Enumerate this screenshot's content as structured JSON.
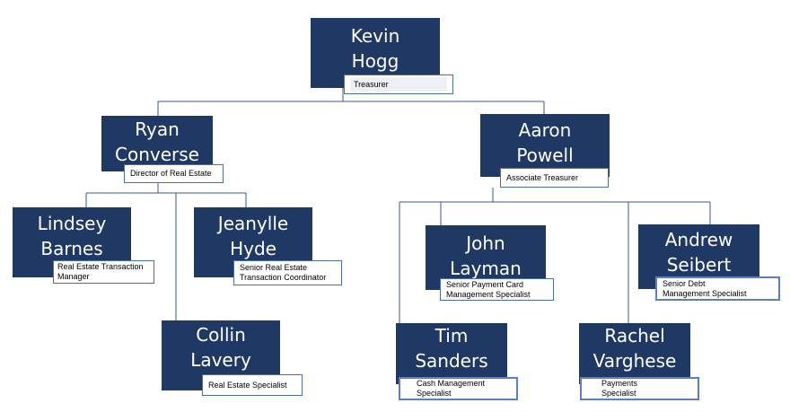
{
  "org": {
    "kevin": {
      "first": "Kevin",
      "last": "Hogg",
      "title": "Treasurer"
    },
    "ryan": {
      "first": "Ryan",
      "last": "Converse",
      "title": "Director of Real Estate"
    },
    "aaron": {
      "first": "Aaron",
      "last": "Powell",
      "title": "Associate Treasurer"
    },
    "lindsey": {
      "first": "Lindsey",
      "last": "Barnes",
      "title_lines": [
        "Real Estate  Transaction",
        "Manager"
      ]
    },
    "jeanylle": {
      "first": "Jeanylle",
      "last": "Hyde",
      "title_lines": [
        "Senior Real Estate",
        "Transaction Coordinator"
      ]
    },
    "collin": {
      "first": "Collin",
      "last": "Lavery",
      "title": "Real Estate Specialist"
    },
    "john": {
      "first": "John",
      "last": "Layman",
      "title_lines": [
        "Senior Payment Card",
        "Management Specialist"
      ]
    },
    "andrew": {
      "first": "Andrew",
      "last": "Seibert",
      "title_lines": [
        "Senior Debt",
        "Management Specialist"
      ]
    },
    "tim": {
      "first": "Tim",
      "last": "Sanders",
      "title_lines": [
        "Cash Management",
        "Specialist"
      ]
    },
    "rachel": {
      "first": "Rachel",
      "last": "Varghese",
      "title_lines": [
        "Payments",
        "Specialist"
      ]
    }
  },
  "colors": {
    "box": "#1f3864",
    "line": "#3a5a8c"
  }
}
